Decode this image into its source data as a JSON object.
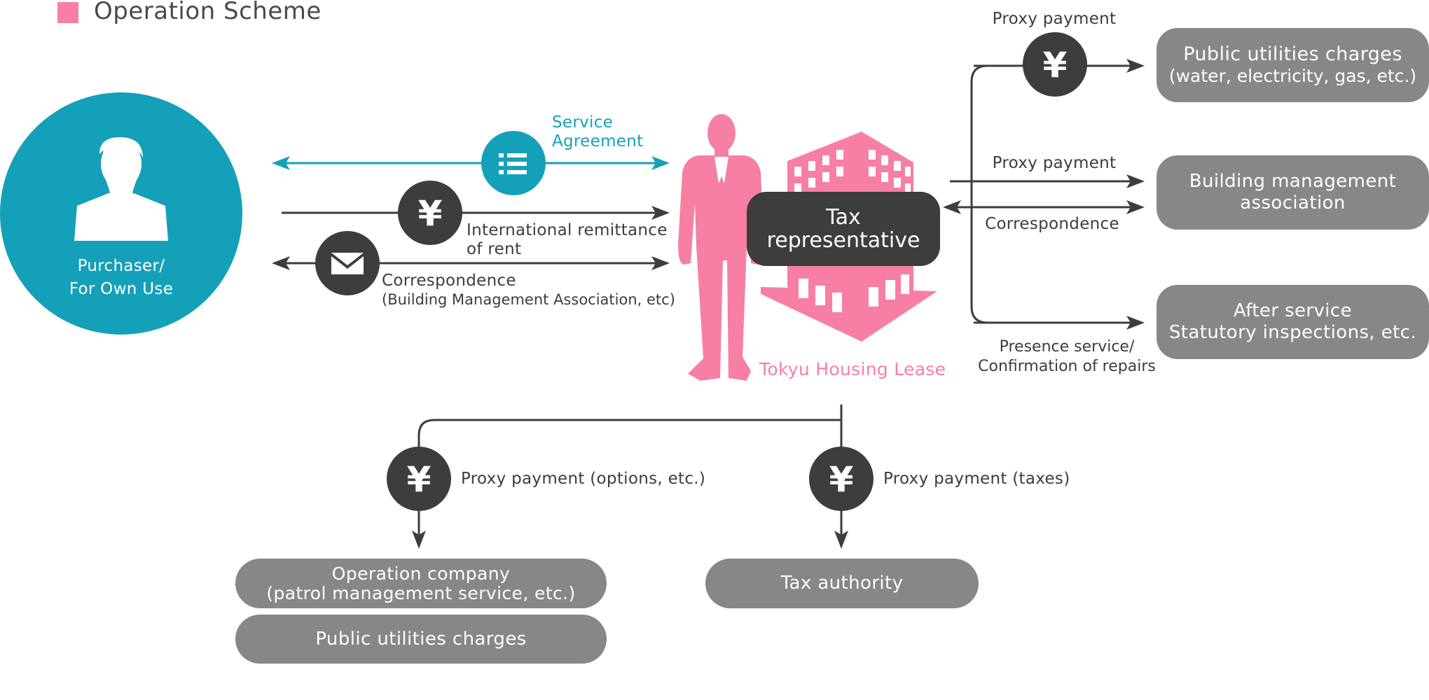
{
  "header": {
    "title": "Operation Scheme"
  },
  "colors": {
    "accent_pink": "#f77fa3",
    "accent_teal": "#15a0b9",
    "dark": "#3d3d3d",
    "pill_gray": "#878787"
  },
  "purchaser": {
    "line1": "Purchaser/",
    "line2": "For Own Use"
  },
  "left_flows": {
    "service_agreement": {
      "line1": "Service",
      "line2": "Agreement"
    },
    "remittance": {
      "line1": "International remittance",
      "line2": "of rent"
    },
    "correspondence": {
      "line1": "Correspondence",
      "line2": "(Building Management Association, etc)"
    }
  },
  "center": {
    "tax_rep": {
      "line1": "Tax",
      "line2": "representative"
    },
    "company": "Tokyu Housing Lease"
  },
  "right_flows": {
    "proxy_top": "Proxy payment",
    "proxy_mid": "Proxy payment",
    "correspondence": "Correspondence",
    "presence": {
      "line1": "Presence service/",
      "line2": "Confirmation of repairs"
    }
  },
  "right_boxes": {
    "utilities": {
      "line1": "Public utilities charges",
      "line2": "(water, electricity, gas, etc.)"
    },
    "building": {
      "line1": "Building management",
      "line2": "association"
    },
    "after": {
      "line1": "After service",
      "line2": "Statutory inspections, etc."
    }
  },
  "bottom_flows": {
    "options": "Proxy payment (options, etc.)",
    "taxes": "Proxy payment (taxes)"
  },
  "bottom_boxes": {
    "operation": {
      "line1": "Operation company",
      "line2": "(patrol management service, etc.)"
    },
    "utilities": "Public utilities charges",
    "tax_authority": "Tax authority"
  },
  "icons": [
    "person-silhouette-icon",
    "list-icon",
    "yen-icon",
    "envelope-icon",
    "businessman-icon",
    "office-building-icon"
  ]
}
